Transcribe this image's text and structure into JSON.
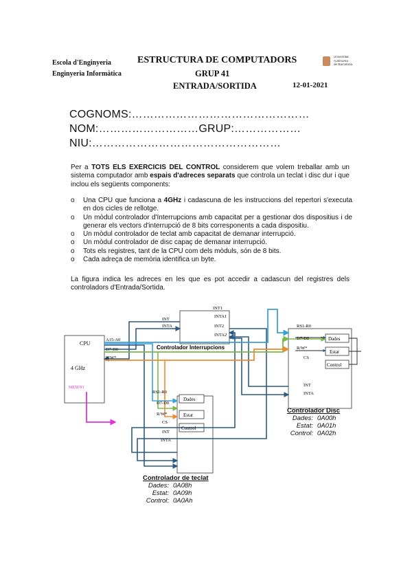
{
  "header": {
    "school_line1": "Escola d'Enginyeria",
    "school_line2": "Enginyeria Informàtica",
    "course": "ESTRUCTURA DE COMPUTADORS",
    "group": "GRUP 41",
    "topic": "ENTRADA/SORTIDA",
    "date": "12-01-2021",
    "logo_text": [
      "Universitat",
      "Autònoma",
      "de Barcelona"
    ]
  },
  "fields": {
    "surnames": "COGNOMS:…………………………………………",
    "name": "NOM:………………………GRUP:………………",
    "niu": "NIU:……………………………………………"
  },
  "intro": {
    "t1": "Per a ",
    "t2": "TOTS ELS EXERCICIS DEL CONTROL",
    "t3": " considerem que volem treballar amb un sistema computador amb ",
    "t4": "espais d'adreces separats",
    "t5": " que controla un teclat i disc dur i que inclou els següents components:"
  },
  "items": [
    {
      "bullet": "o",
      "pre": "Una CPU que funciona a ",
      "bold": "4GHz",
      "post": " i cadascuna de les instruccions del repertori s'executa en dos cicles de rellotge."
    },
    {
      "bullet": "o",
      "pre": "Un mòdul controlador d'Interrupcions amb capacitat per a gestionar dos dispositius i de generar els vectors d'interrupció de 8 bits corresponents a cada dispositiu.",
      "bold": "",
      "post": ""
    },
    {
      "bullet": "o",
      "pre": "Un mòdul controlador de teclat amb capacitat de demanar interrupció.",
      "bold": "",
      "post": ""
    },
    {
      "bullet": "o",
      "pre": "Un mòdul controlador de disc capaç de demanar interrupció.",
      "bold": "",
      "post": ""
    },
    {
      "bullet": "o",
      "pre": "Tots els registres, tant de la CPU com dels mòduls, són de 8 bits.",
      "bold": "",
      "post": ""
    },
    {
      "bullet": "o",
      "pre": "Cada adreça de memòria identifica un byte.",
      "bold": "",
      "post": ""
    }
  ],
  "figure_caption": "La figura indica les adreces en les que es pot accedir a cadascun del registres dels controladors d'Entrada/Sortida.",
  "diagram": {
    "cpu": {
      "label": "CPU",
      "freq": "4 GHz",
      "memio": "MEM/IO",
      "sig_addr": "A15-A0",
      "sig_data": "D7-D0",
      "sig_rw": "R/W*"
    },
    "interrupt_ctrl": {
      "title": "Controlador Interrupcions",
      "int": "INT",
      "inta": "INTA",
      "int1": "INT1",
      "inta1": "INTA1",
      "int2": "INT2",
      "inta2": "INTA2"
    },
    "disc": {
      "sig_rs": "RS1-R0",
      "sig_data": "D7-D0",
      "sig_rw": "R/W*",
      "sig_cs": "CS",
      "int": "INT",
      "inta": "INTA",
      "reg_data": "Dades",
      "reg_status": "Estat",
      "reg_control": "Control"
    },
    "keyboard": {
      "sig_rs": "RS1-R0",
      "sig_data": "D7-D0",
      "sig_rw": "R/W*",
      "sig_cs": "CS",
      "int": "INT",
      "inta": "INTA",
      "reg_data": "Dades",
      "reg_status": "Estat",
      "reg_control": "Control"
    },
    "colors": {
      "blue": "#2b5a86",
      "cyan": "#3aa0d8",
      "green": "#7cb84a",
      "orange": "#ef8a2f",
      "magenta": "#e231d8"
    }
  },
  "disc_addresses": {
    "title": "Controlador Disc",
    "rows": [
      {
        "k": "Dades:",
        "v": "0A00h"
      },
      {
        "k": "Estat:",
        "v": "0A01h"
      },
      {
        "k": "Control:",
        "v": "0A02h"
      }
    ]
  },
  "keyboard_addresses": {
    "title": "Controlador de teclat",
    "rows": [
      {
        "k": "Dades:",
        "v": "0A08h"
      },
      {
        "k": "Estat:",
        "v": "0A09h"
      },
      {
        "k": "Control:",
        "v": "0A0Ah"
      }
    ]
  }
}
